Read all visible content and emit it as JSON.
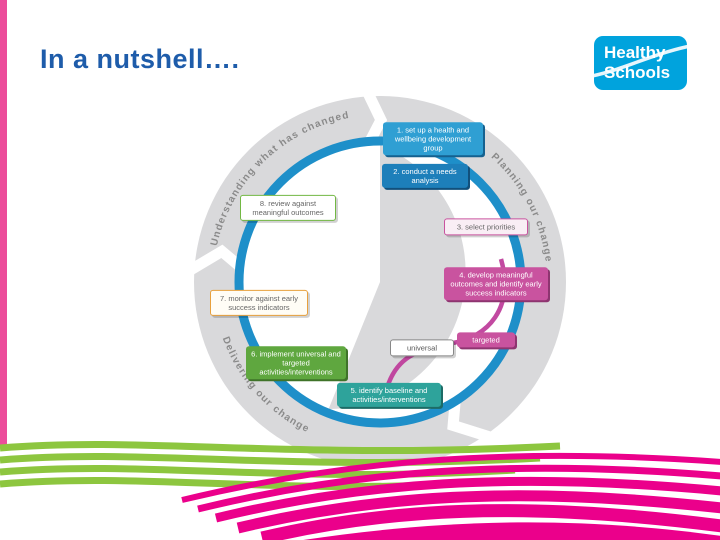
{
  "slide": {
    "title": "In a nutshell…."
  },
  "logo": {
    "line1": "Healthy",
    "line2": "Schools"
  },
  "diagram": {
    "phases": [
      {
        "id": "understanding",
        "label": "Understanding what has changed"
      },
      {
        "id": "planning",
        "label": "Planning our change"
      },
      {
        "id": "delivering",
        "label": "Delivering our change"
      }
    ],
    "steps": [
      {
        "num": 1,
        "label": "1. set up a health and wellbeing development group",
        "style": "blue"
      },
      {
        "num": 2,
        "label": "2. conduct a needs analysis",
        "style": "blue-dark"
      },
      {
        "num": 3,
        "label": "3. select priorities",
        "style": "pink-outline"
      },
      {
        "num": 4,
        "label": "4. develop meaningful outcomes and identify early success indicators",
        "style": "pink"
      },
      {
        "num": 5,
        "label": "5. identify baseline and activities/interventions",
        "style": "teal"
      },
      {
        "num": 6,
        "label": "6. implement universal and targeted activities/interventions",
        "style": "green"
      },
      {
        "num": 7,
        "label": "7. monitor against early success indicators",
        "style": "orange-outline"
      },
      {
        "num": 8,
        "label": "8. review against meaningful outcomes",
        "style": "green-outline"
      }
    ],
    "tags": [
      {
        "label": "universal",
        "style": "white-outline"
      },
      {
        "label": "targeted",
        "style": "pink"
      }
    ]
  },
  "colors": {
    "title_blue": "#1e5caa",
    "logo_blue": "#00a3dd",
    "accent_bar_pink": "#ec4d9b",
    "ribbon_green": "#8dc63f",
    "ribbon_pink": "#eb008b",
    "ring_blue": "#1e8fc9",
    "circle_gray": "#d9d9db",
    "phase_text_gray": "#8a8a8a",
    "step_blue": "#2f9fd3",
    "step_blue_dark": "#1d7fba",
    "step_pink": "#c9539f",
    "step_teal": "#2ea39b",
    "step_green": "#5fa73f",
    "outline_orange": "#e8a03c",
    "outline_green": "#72b843",
    "connector_magenta": "#bf3f9c"
  }
}
